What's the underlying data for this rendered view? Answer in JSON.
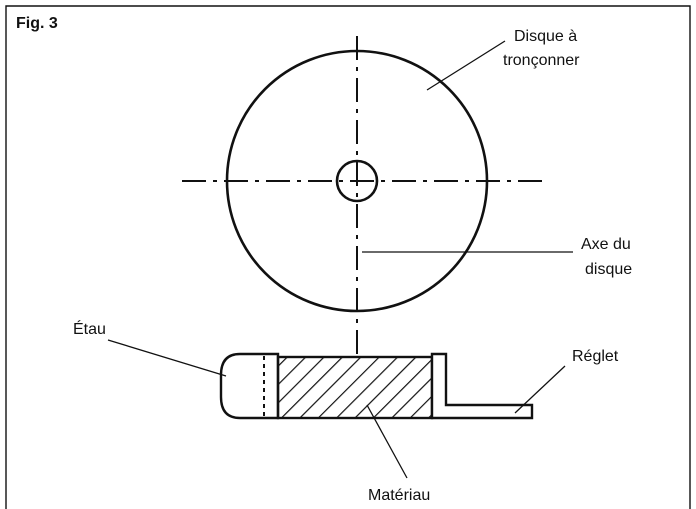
{
  "figure": {
    "title": "Fig. 3",
    "labels": {
      "disc_line1": "Disque à",
      "disc_line2": "tronçonner",
      "axis_line1": "Axe du",
      "axis_line2": "disque",
      "vise": "Étau",
      "ruler": "Réglet",
      "material": "Matériau"
    }
  }
}
